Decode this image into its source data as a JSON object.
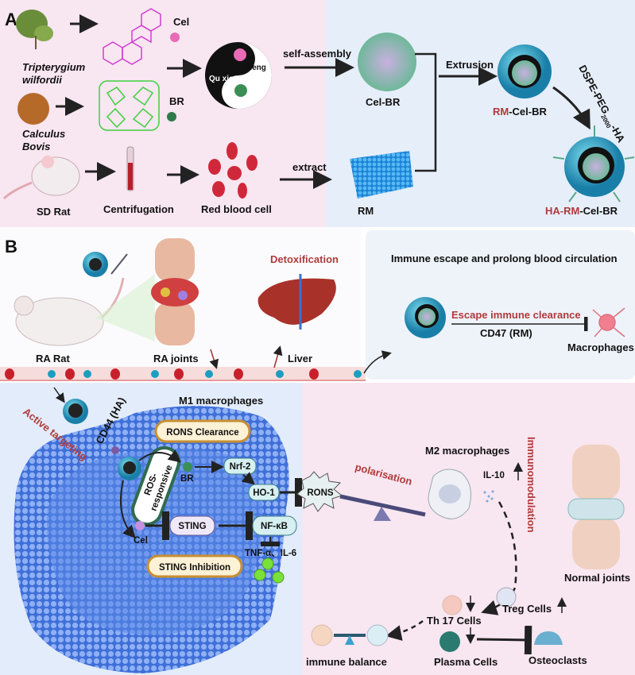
{
  "panel_a": {
    "letter": "A",
    "plants": [
      "Tripterygium",
      "wilfordii"
    ],
    "bovis": [
      "Calculus",
      "Bovis"
    ],
    "cel": "Cel",
    "br": "BR",
    "yin_yang": {
      "top": "Fu zheng",
      "bottom": "Qu xie"
    },
    "self_assembly": "self-assembly",
    "cel_br": "Cel-BR",
    "extrusion": "Extrusion",
    "rm_cel_br": {
      "prefix": "RM",
      "suffix": "-Cel-BR"
    },
    "dspe": {
      "main": "DSPE-PEG",
      "sub": "2000",
      "end": "-HA"
    },
    "ha_rm_cel_br": {
      "prefix": "HA-RM",
      "suffix": "-Cel-BR"
    },
    "sd_rat": "SD Rat",
    "centrifugation": "Centrifugation",
    "rbc": "Red blood cell",
    "extract": "extract",
    "rm": "RM"
  },
  "panel_b": {
    "letter": "B",
    "ra_rat": "RA Rat",
    "ra_joints": "RA joints",
    "detox": "Detoxification",
    "liver": "Liver",
    "escape_title": "Immune escape and prolong blood circulation",
    "escape_clearance": "Escape immune clearance",
    "cd47": "CD47 (RM)",
    "macrophages": "Macrophages",
    "m1": "M1 macrophages",
    "active_targeting": "Active targeting",
    "cd44": "CD44 (HA)",
    "rons_clearance": "RONS Clearance",
    "ros_responsive": [
      "ROS-",
      "responsive"
    ],
    "br": "BR",
    "nrf2": "Nrf-2",
    "ho1": "HO-1",
    "rons": "RONS",
    "cel": "Cel",
    "sting": "STING",
    "nfkb": "NF-κB",
    "cytokines": "TNF-α、IL-6",
    "sting_inhibition": "STING Inhibition",
    "polarisation": "polarisation",
    "m2": "M2 macrophages",
    "il10": "IL-10",
    "immunomodulation": "Immunomodulation",
    "normal_joints": "Normal joints",
    "treg": "Treg Cells",
    "th17": "Th 17 Cells",
    "plasma": "Plasma Cells",
    "osteoclasts": "Osteoclasts",
    "immune_balance": "immune balance"
  },
  "colors": {
    "pink_bg": "#f8e6f1",
    "blue_bg": "#e6eef9",
    "accent_red": "#b03a3a",
    "membrane": "#4a78e0"
  }
}
